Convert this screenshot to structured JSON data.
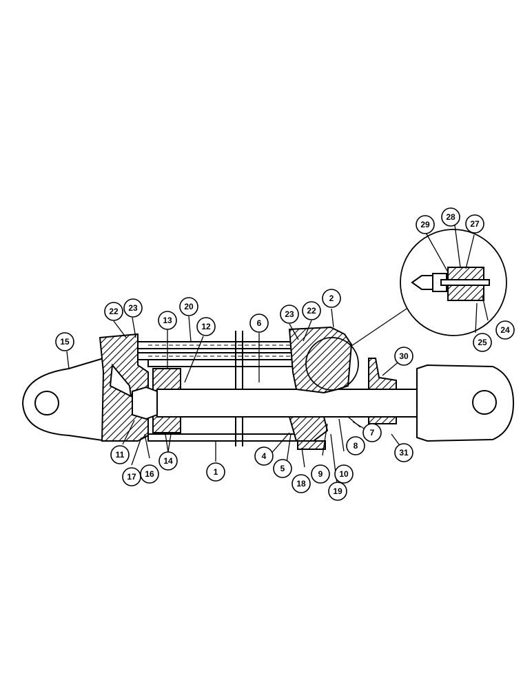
{
  "diagram": {
    "callouts": [
      {
        "id": "1",
        "label": "1"
      },
      {
        "id": "2",
        "label": "2"
      },
      {
        "id": "4",
        "label": "4"
      },
      {
        "id": "5",
        "label": "5"
      },
      {
        "id": "6",
        "label": "6"
      },
      {
        "id": "7",
        "label": "7"
      },
      {
        "id": "8",
        "label": "8"
      },
      {
        "id": "9",
        "label": "9"
      },
      {
        "id": "10",
        "label": "10"
      },
      {
        "id": "11",
        "label": "11"
      },
      {
        "id": "12",
        "label": "12"
      },
      {
        "id": "13",
        "label": "13"
      },
      {
        "id": "14",
        "label": "14"
      },
      {
        "id": "15",
        "label": "15"
      },
      {
        "id": "16",
        "label": "16"
      },
      {
        "id": "17",
        "label": "17"
      },
      {
        "id": "18",
        "label": "18"
      },
      {
        "id": "19",
        "label": "19"
      },
      {
        "id": "20",
        "label": "20"
      },
      {
        "id": "22a",
        "label": "22"
      },
      {
        "id": "23a",
        "label": "23"
      },
      {
        "id": "22b",
        "label": "22"
      },
      {
        "id": "23b",
        "label": "23"
      },
      {
        "id": "24",
        "label": "24"
      },
      {
        "id": "25",
        "label": "25"
      },
      {
        "id": "27",
        "label": "27"
      },
      {
        "id": "28",
        "label": "28"
      },
      {
        "id": "29",
        "label": "29"
      },
      {
        "id": "30",
        "label": "30"
      },
      {
        "id": "31",
        "label": "31"
      }
    ]
  }
}
